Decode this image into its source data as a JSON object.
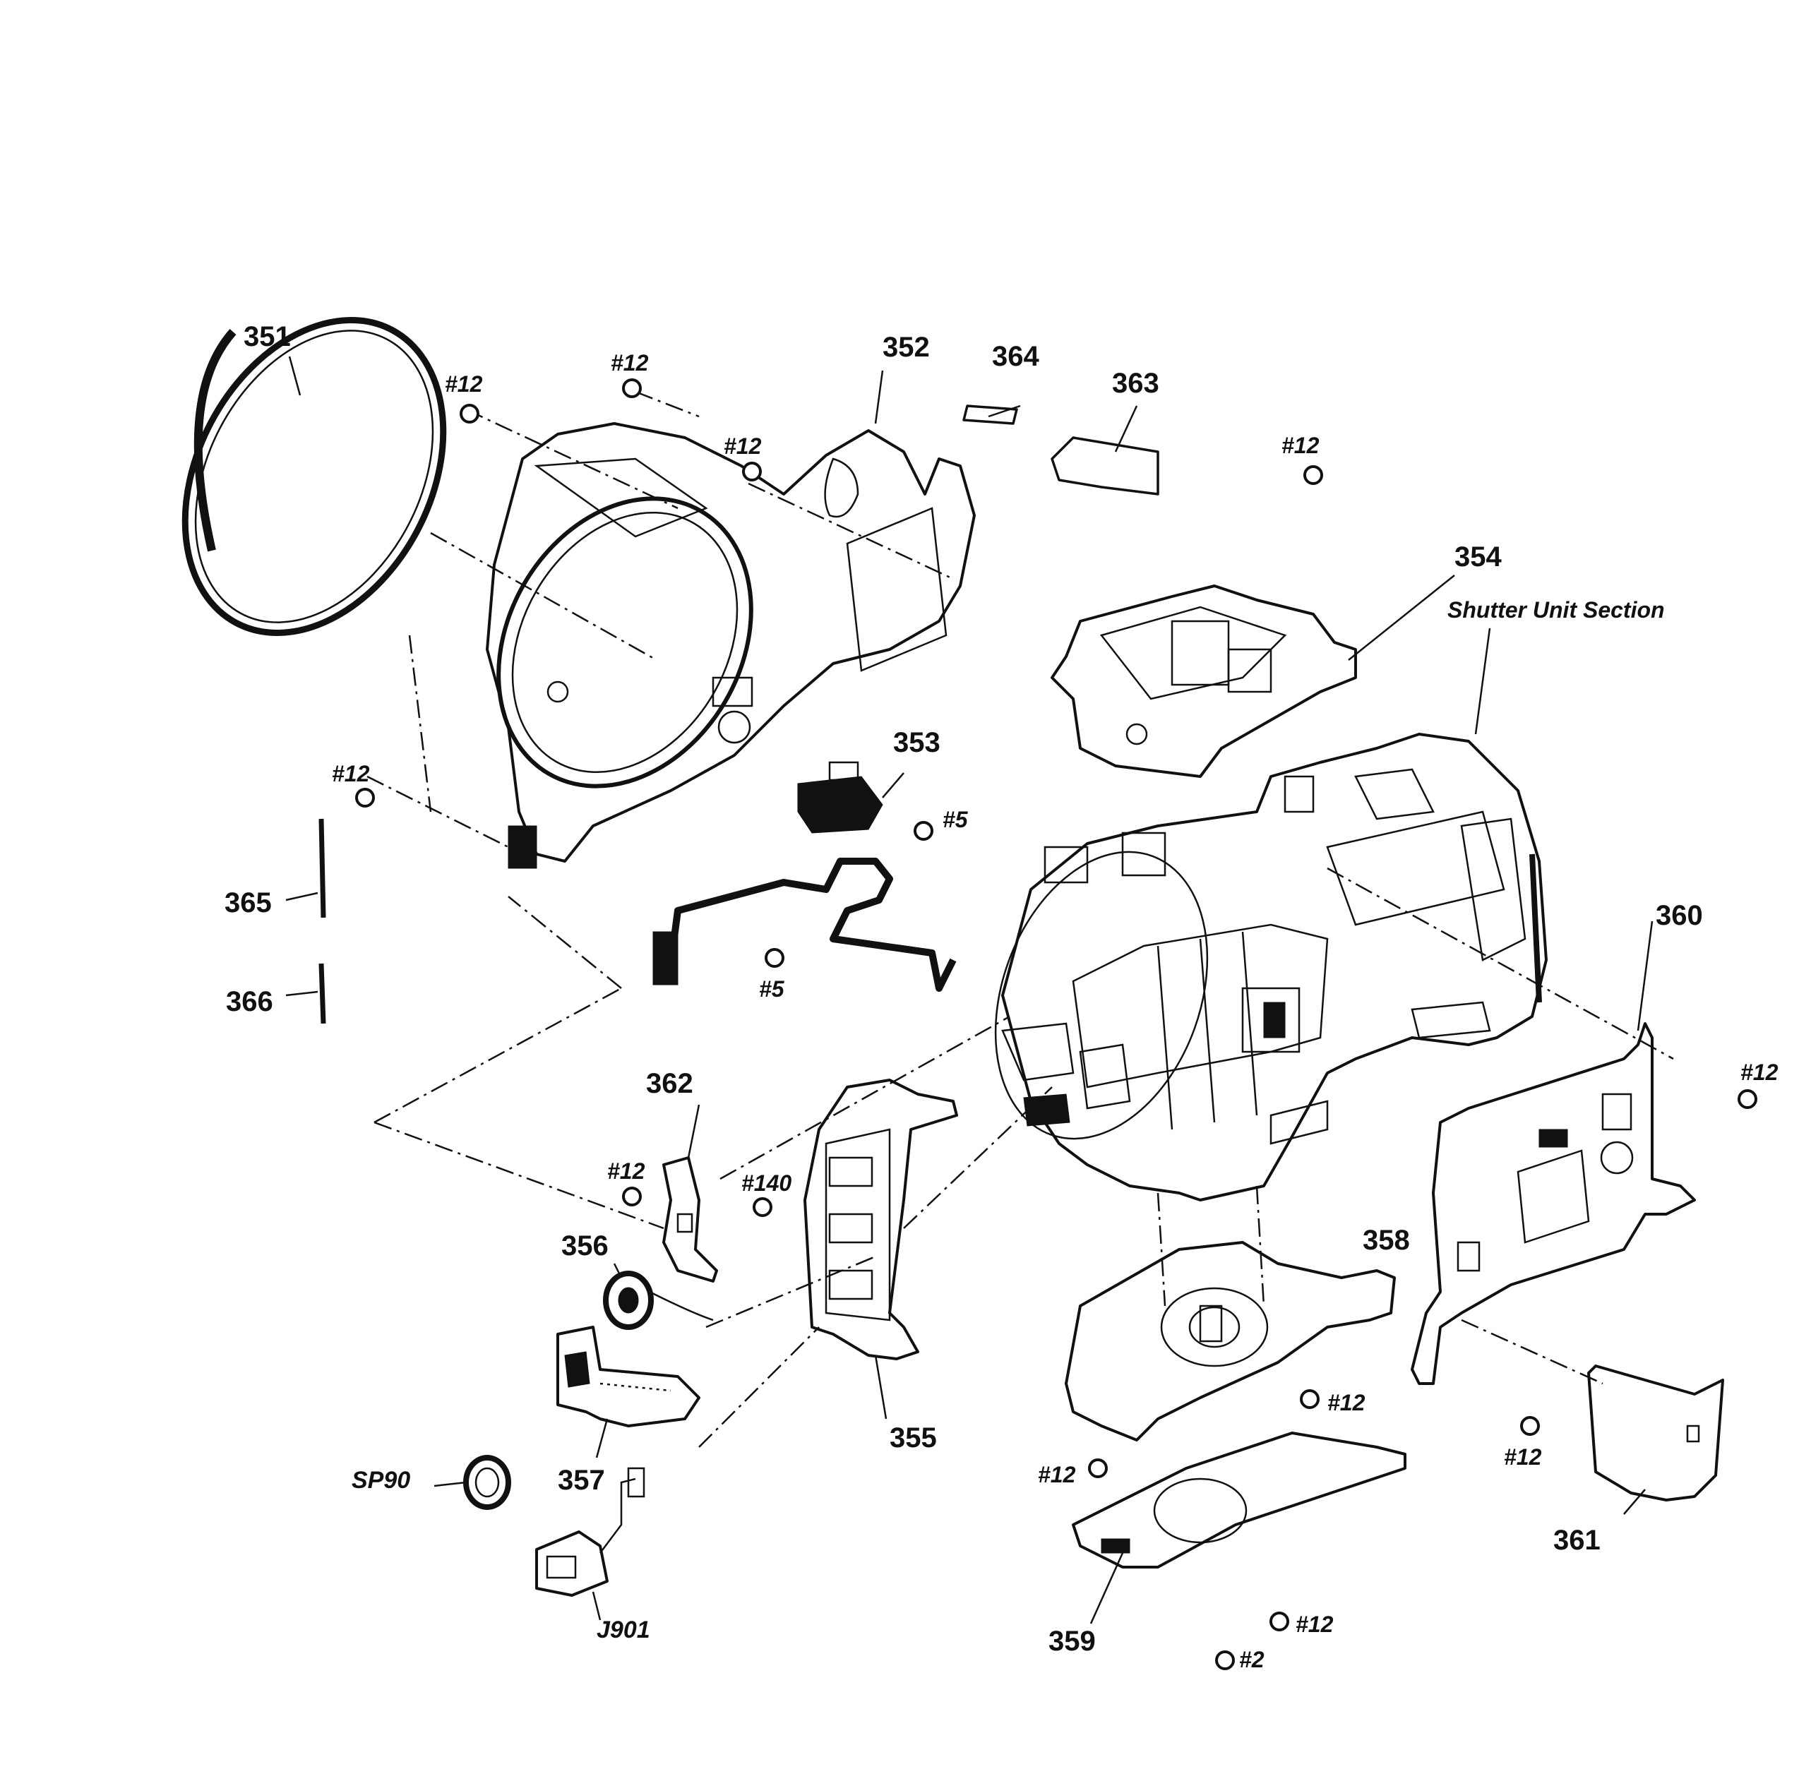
{
  "diagram": {
    "part_numbers": {
      "p351": "351",
      "p352": "352",
      "p353": "353",
      "p354": "354",
      "p355": "355",
      "p356": "356",
      "p357": "357",
      "p358": "358",
      "p359": "359",
      "p360": "360",
      "p361": "361",
      "p362": "362",
      "p363": "363",
      "p364": "364",
      "p365": "365",
      "p366": "366"
    },
    "screw_labels": {
      "s12": "#12",
      "s5": "#5",
      "s140": "#140",
      "s2": "#2"
    },
    "references": {
      "sp90": "SP90",
      "j901": "J901"
    },
    "section_label": "Shutter Unit Section"
  }
}
